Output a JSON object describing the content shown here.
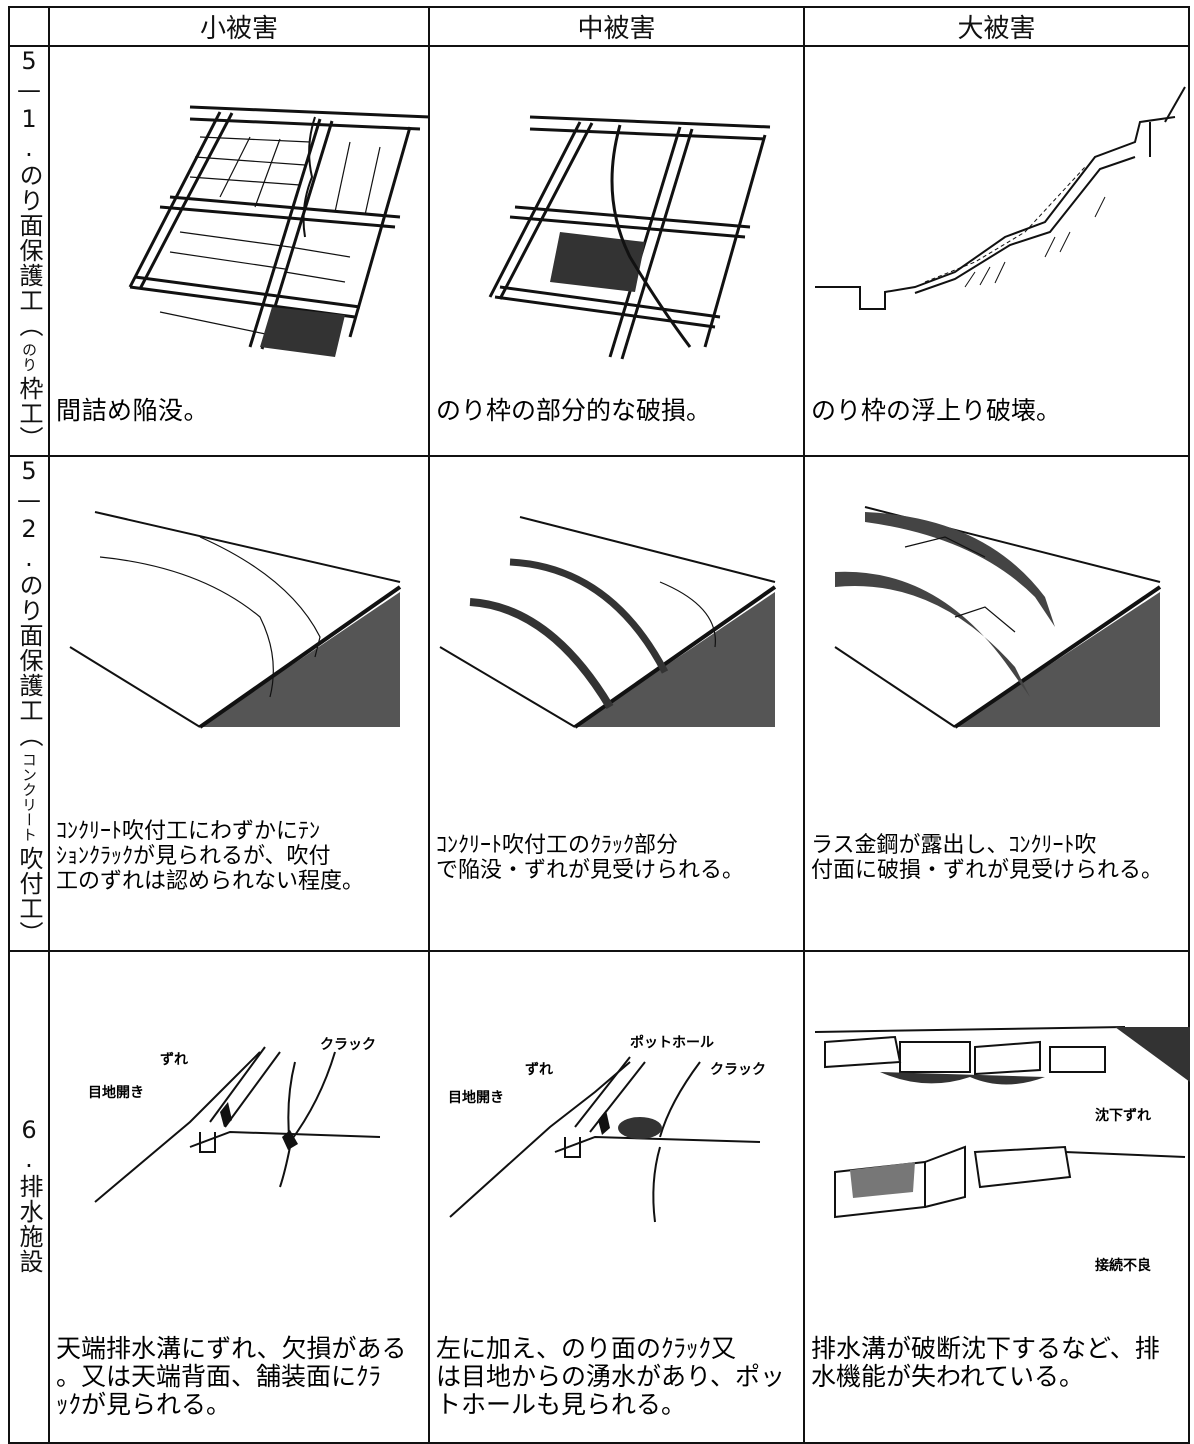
{
  "header": {
    "col1": "小被害",
    "col2": "中被害",
    "col3": "大被害"
  },
  "rows": [
    {
      "label_main": "5—1.のり面保護工（",
      "label_sub": "のり",
      "label_end": "枠工）",
      "captions": [
        "間詰め陥没。",
        "のり枠の部分的な破損。",
        "のり枠の浮上り破壊。"
      ]
    },
    {
      "label_main": "5—2.のり面保護工（",
      "label_sub": "コンクリート",
      "label_end": "吹付工）",
      "captions": [
        "ｺﾝｸﾘｰﾄ吹付工にわずかにﾃﾝｼｮﾝｸﾗｯｸが見られるが、吹付工のずれは認められない程度。",
        "ｺﾝｸﾘｰﾄ吹付工のｸﾗｯｸ部分で陥没・ずれが見受けられる。",
        "ラス金鋼が露出し、ｺﾝｸﾘｰﾄ吹付面に破損・ずれが見受けられる。"
      ]
    },
    {
      "label_main": "6.排水施設",
      "captions": [
        "天端排水溝にずれ、欠損がある。又は天端背面、舗装面にｸﾗｯｸが見られる。",
        "左に加え、のり面のｸﾗｯｸ又は目地からの湧水があり、ポットホールも見られる。",
        "排水溝が破断沈下するなど、排水機能が失われている。"
      ]
    }
  ],
  "figure_labels": {
    "zure": "ずれ",
    "mejiaki": "目地開き",
    "crack": "クラック",
    "pothole": "ポットホール",
    "chinka": "沈下ずれ",
    "setsuzoku": "接続不良"
  }
}
